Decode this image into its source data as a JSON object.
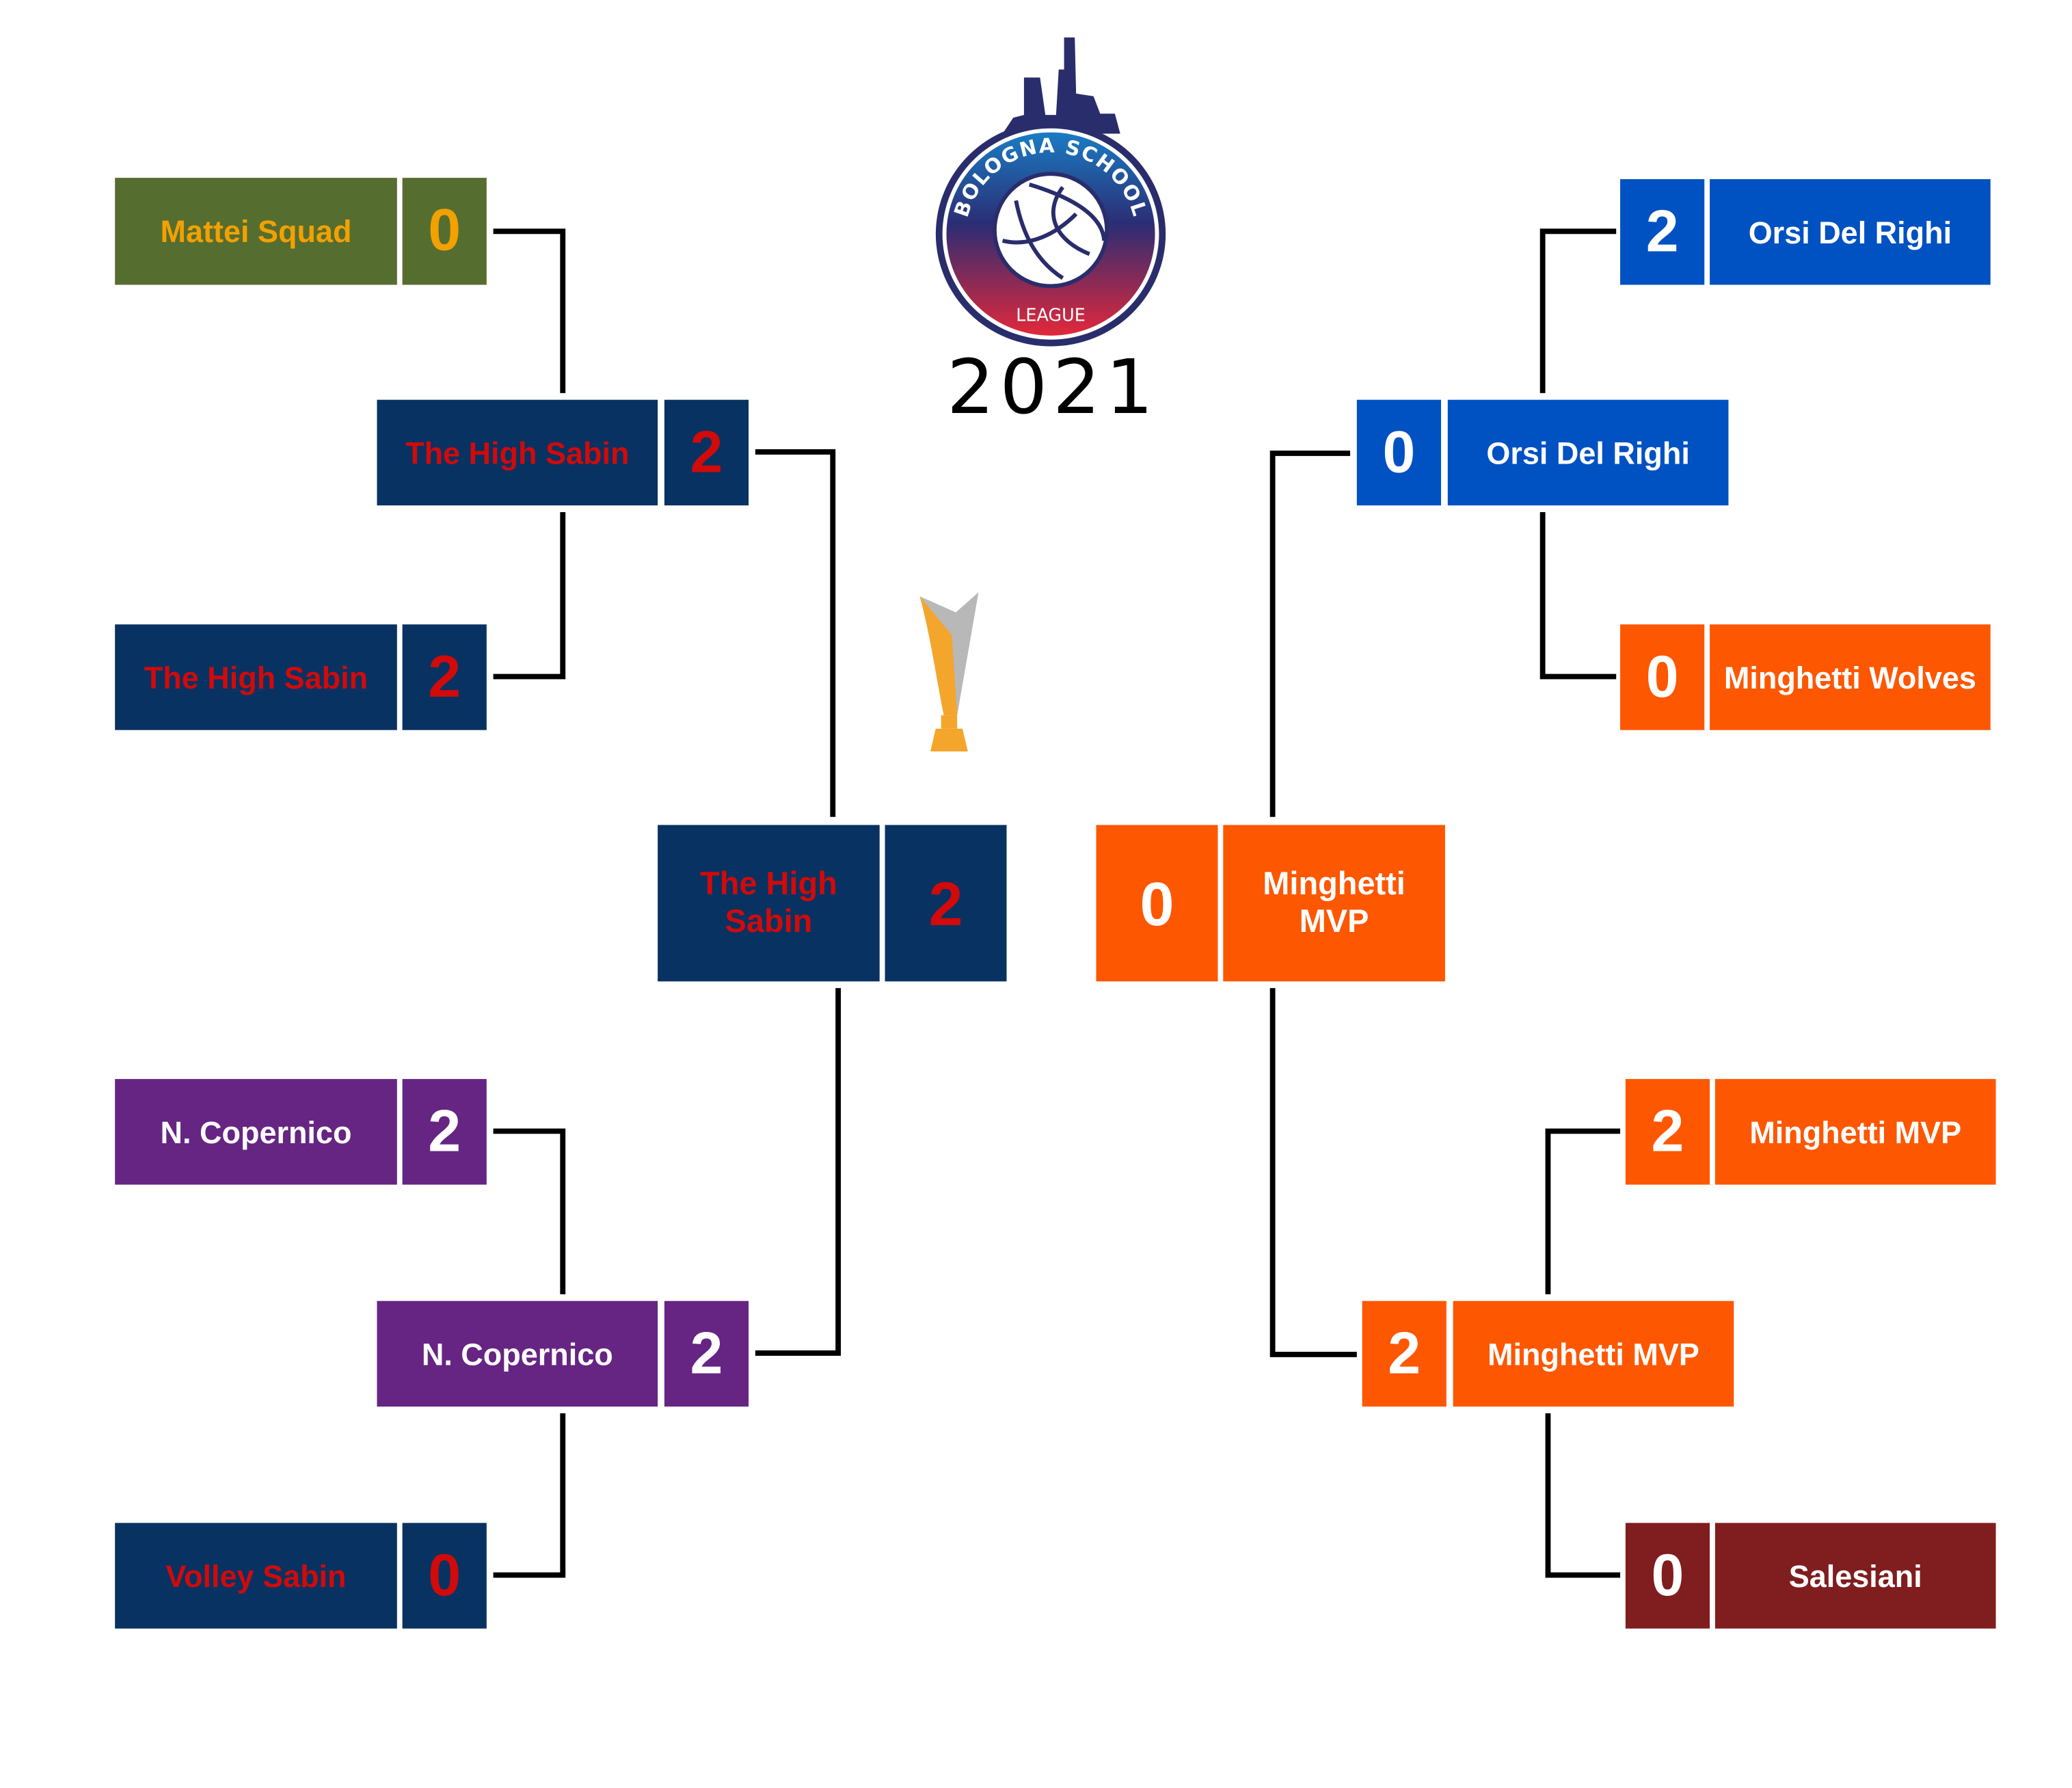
{
  "logo": {
    "top_text": "BOLOGNA SCHOOL",
    "bottom_text": "LEAGUE",
    "year": "2021"
  },
  "colors": {
    "olive": "#566d30",
    "navy": "#083262",
    "purple": "#662483",
    "blue": "#0051c2",
    "orange": "#fd5702",
    "maroon": "#801d1e",
    "sabin_text": "#d10a0a",
    "mattei_text": "#f2a100"
  },
  "left": {
    "round1": [
      {
        "team": "Mattei Squad",
        "score": "0"
      },
      {
        "team": "The High Sabin",
        "score": "2"
      },
      {
        "team": "N. Copernico",
        "score": "2"
      },
      {
        "team": "Volley Sabin",
        "score": "0"
      }
    ],
    "semis": [
      {
        "team": "The High Sabin",
        "score": "2"
      },
      {
        "team": "N. Copernico",
        "score": "2"
      }
    ],
    "final": {
      "team": "The High Sabin",
      "score": "2"
    }
  },
  "right": {
    "round1": [
      {
        "team": "Orsi Del Righi",
        "score": "2"
      },
      {
        "team": "Minghetti Wolves",
        "score": "0"
      },
      {
        "team": "Minghetti MVP",
        "score": "2"
      },
      {
        "team": "Salesiani",
        "score": "0"
      }
    ],
    "semis": [
      {
        "team": "Orsi Del Righi",
        "score": "0"
      },
      {
        "team": "Minghetti MVP",
        "score": "2"
      }
    ],
    "final": {
      "team": "Minghetti MVP",
      "score": "0"
    }
  }
}
